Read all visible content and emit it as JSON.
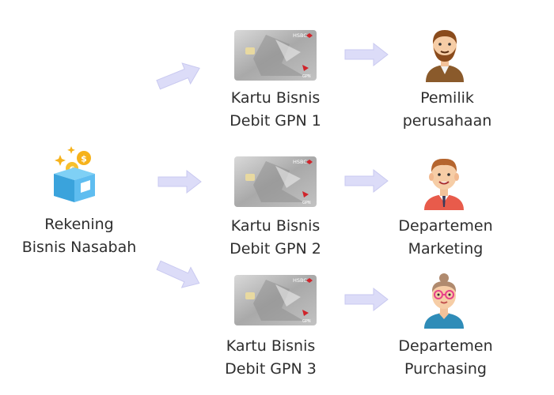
{
  "source": {
    "label_line1": "Rekening",
    "label_line2": "Bisnis Nasabah",
    "icon": "wallet-box-with-coins-icon"
  },
  "cards": [
    {
      "line1": "Kartu Bisnis",
      "line2": "Debit GPN 1",
      "bank_text": "HSBC",
      "network_text": "GPN"
    },
    {
      "line1": "Kartu Bisnis",
      "line2": "Debit GPN 2",
      "bank_text": "HSBC",
      "network_text": "GPN"
    },
    {
      "line1": "Kartu Bisnis",
      "line2": "Debit GPN 3",
      "bank_text": "HSBC",
      "network_text": "GPN"
    }
  ],
  "holders": [
    {
      "line1": "Pemilik",
      "line2": "perusahaan",
      "icon": "bearded-man-avatar-icon"
    },
    {
      "line1": "Departemen",
      "line2": "Marketing",
      "icon": "businessman-avatar-icon"
    },
    {
      "line1": "Departemen",
      "line2": "Purchasing",
      "icon": "woman-with-glasses-avatar-icon"
    }
  ],
  "colors": {
    "arrow": "#dcdcf8",
    "arrow_edge": "#c9c9f0",
    "box_blue": "#3aa3dc",
    "coin": "#f6b21b",
    "card_base": "#c8c8c8",
    "card_accent": "#d0232a"
  }
}
